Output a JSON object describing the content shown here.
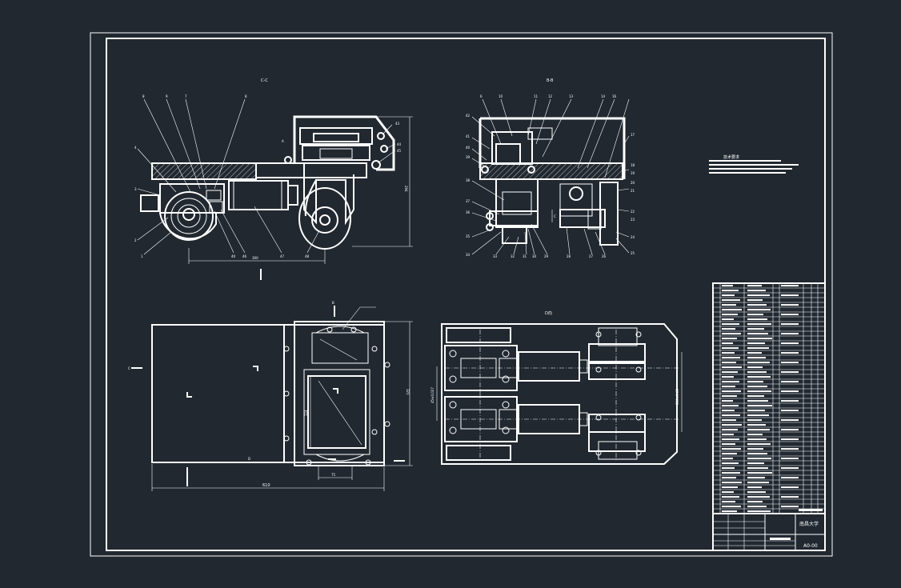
{
  "views": {
    "front_section_label": "C-C",
    "side_section_label": "B-B",
    "top_view_label": "",
    "bottom_view_label": "D向"
  },
  "callouts": {
    "front": [
      "8",
      "9",
      "7",
      "8",
      "4",
      "3",
      "2",
      "1",
      "40",
      "46",
      "47",
      "48",
      "43",
      "44",
      "45"
    ],
    "side": [
      "6",
      "10",
      "11",
      "12",
      "13",
      "14",
      "16",
      "42",
      "41",
      "40",
      "39",
      "38",
      "37",
      "36",
      "35",
      "34",
      "33",
      "32",
      "31",
      "30",
      "29",
      "28",
      "27",
      "26",
      "25",
      "24",
      "23",
      "22",
      "21",
      "20",
      "19",
      "18",
      "17"
    ]
  },
  "dimensions": {
    "front_height": "294",
    "front_width": "300",
    "top_width": "610",
    "top_height": "321",
    "top_inner": "124",
    "top_bottom": "75",
    "bottom_left": "45±0.027",
    "bottom_right": "300±0.05"
  },
  "section_marks": {
    "a": "A",
    "b": "B",
    "c": "C",
    "d": "D"
  },
  "notes": {
    "title": "技术要求"
  },
  "title_block": {
    "school": "南昌大学",
    "drawing_no": "A0-00"
  },
  "colors": {
    "background": "#212830",
    "line": "#ffffff"
  }
}
